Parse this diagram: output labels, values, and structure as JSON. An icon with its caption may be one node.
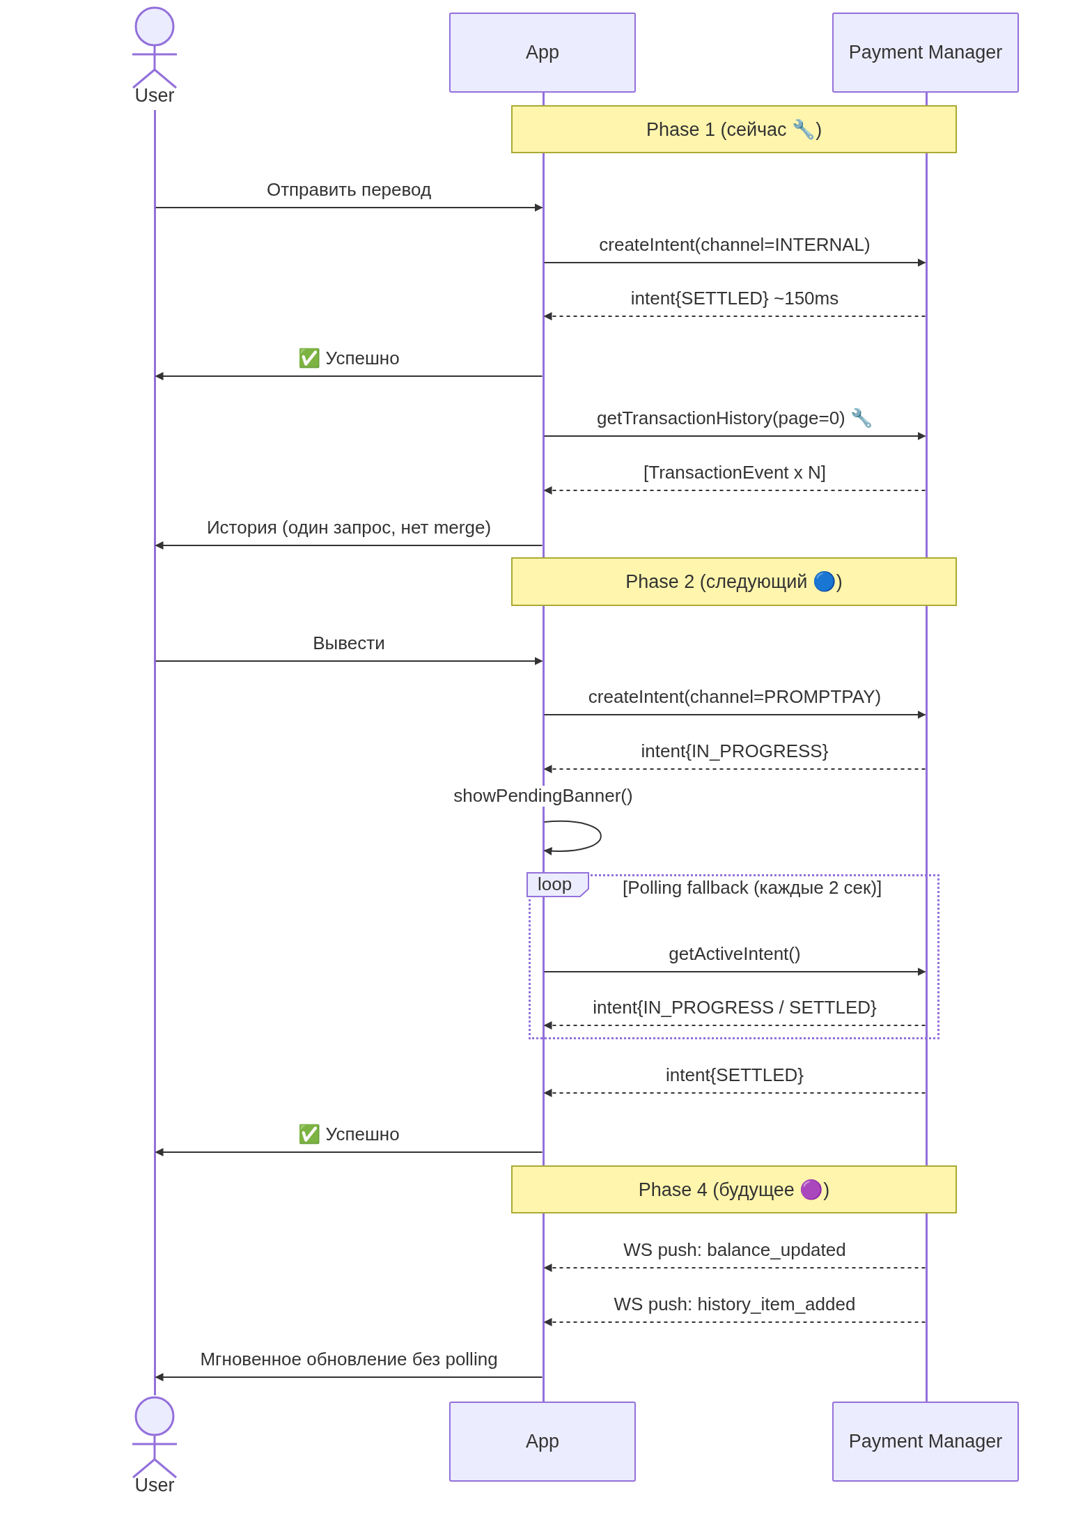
{
  "diagram": {
    "nodes": [
      {
        "text": [
          "User"
        ]
      },
      {
        "text": [
          "App"
        ]
      },
      {
        "text": [
          "Payment Manager"
        ]
      },
      {
        "text": [],
        "shape": "bar"
      },
      {
        "text": [],
        "shape": "bar"
      },
      {
        "text": [],
        "shape": "bar"
      },
      {
        "text": [
          "Phase 1 (сейчас 🔧)"
        ]
      },
      {
        "text": [
          "Phase 2 (следующий 🔵)"
        ]
      },
      {
        "text": [
          "loop",
          "[Polling fallback (каждые 2 сек)]"
        ]
      },
      {
        "text": [
          "Phase 4 (будущее 🟣)"
        ]
      },
      {
        "text": [
          "User"
        ]
      },
      {
        "text": [
          "App"
        ]
      },
      {
        "text": [
          "Payment Manager"
        ]
      }
    ],
    "edges": [
      {
        "from": 3,
        "to": 4,
        "arrow": "to",
        "label": "Отправить перевод"
      },
      {
        "from": 4,
        "to": 5,
        "arrow": "to",
        "label": "createIntent(channel=INTERNAL)"
      },
      {
        "from": 5,
        "to": 4,
        "arrow": "to",
        "style": "dashed",
        "label": "intent{SETTLED} ~150ms"
      },
      {
        "from": 4,
        "to": 3,
        "arrow": "to",
        "label": "✅ Успешно"
      },
      {
        "from": 4,
        "to": 5,
        "arrow": "to",
        "label": "getTransactionHistory(page=0) 🔧"
      },
      {
        "from": 5,
        "to": 4,
        "arrow": "to",
        "style": "dashed",
        "label": "[TransactionEvent x N]"
      },
      {
        "from": 4,
        "to": 3,
        "arrow": "to",
        "label": "История (один запрос, нет merge)"
      },
      {
        "from": 3,
        "to": 4,
        "arrow": "to",
        "label": "Вывести"
      },
      {
        "from": 4,
        "to": 5,
        "arrow": "to",
        "label": "createIntent(channel=PROMPTPAY)"
      },
      {
        "from": 5,
        "to": 4,
        "arrow": "to",
        "style": "dashed",
        "label": "intent{IN_PROGRESS}"
      },
      {
        "from": 4,
        "to": 4,
        "arrow": "to",
        "label": "showPendingBanner()"
      },
      {
        "from": 4,
        "to": 5,
        "arrow": "to",
        "label": "getActiveIntent()"
      },
      {
        "from": 5,
        "to": 4,
        "arrow": "to",
        "style": "dashed",
        "label": "intent{IN_PROGRESS / SETTLED}"
      },
      {
        "from": 5,
        "to": 4,
        "arrow": "to",
        "style": "dashed",
        "label": "intent{SETTLED}"
      },
      {
        "from": 4,
        "to": 3,
        "arrow": "to",
        "label": "✅ Успешно"
      },
      {
        "from": 5,
        "to": 4,
        "arrow": "to",
        "style": "dashed",
        "label": "WS push: balance_updated"
      },
      {
        "from": 5,
        "to": 4,
        "arrow": "to",
        "style": "dashed",
        "label": "WS push: history_item_added"
      },
      {
        "from": 4,
        "to": 3,
        "arrow": "to",
        "label": "Мгновенное обновление без polling"
      }
    ]
  }
}
